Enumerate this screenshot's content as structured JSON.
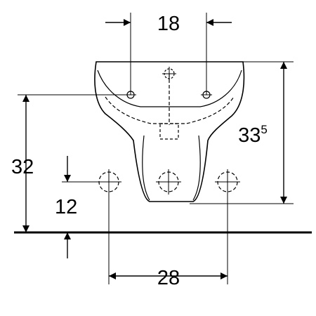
{
  "dimensions": {
    "top_width": "18",
    "height_total": "33",
    "height_total_sup": "5",
    "floor_to_holes": "32",
    "pipe_offset": "12",
    "pipe_spacing": "28"
  },
  "colors": {
    "stroke": "#000000",
    "background": "#ffffff"
  }
}
